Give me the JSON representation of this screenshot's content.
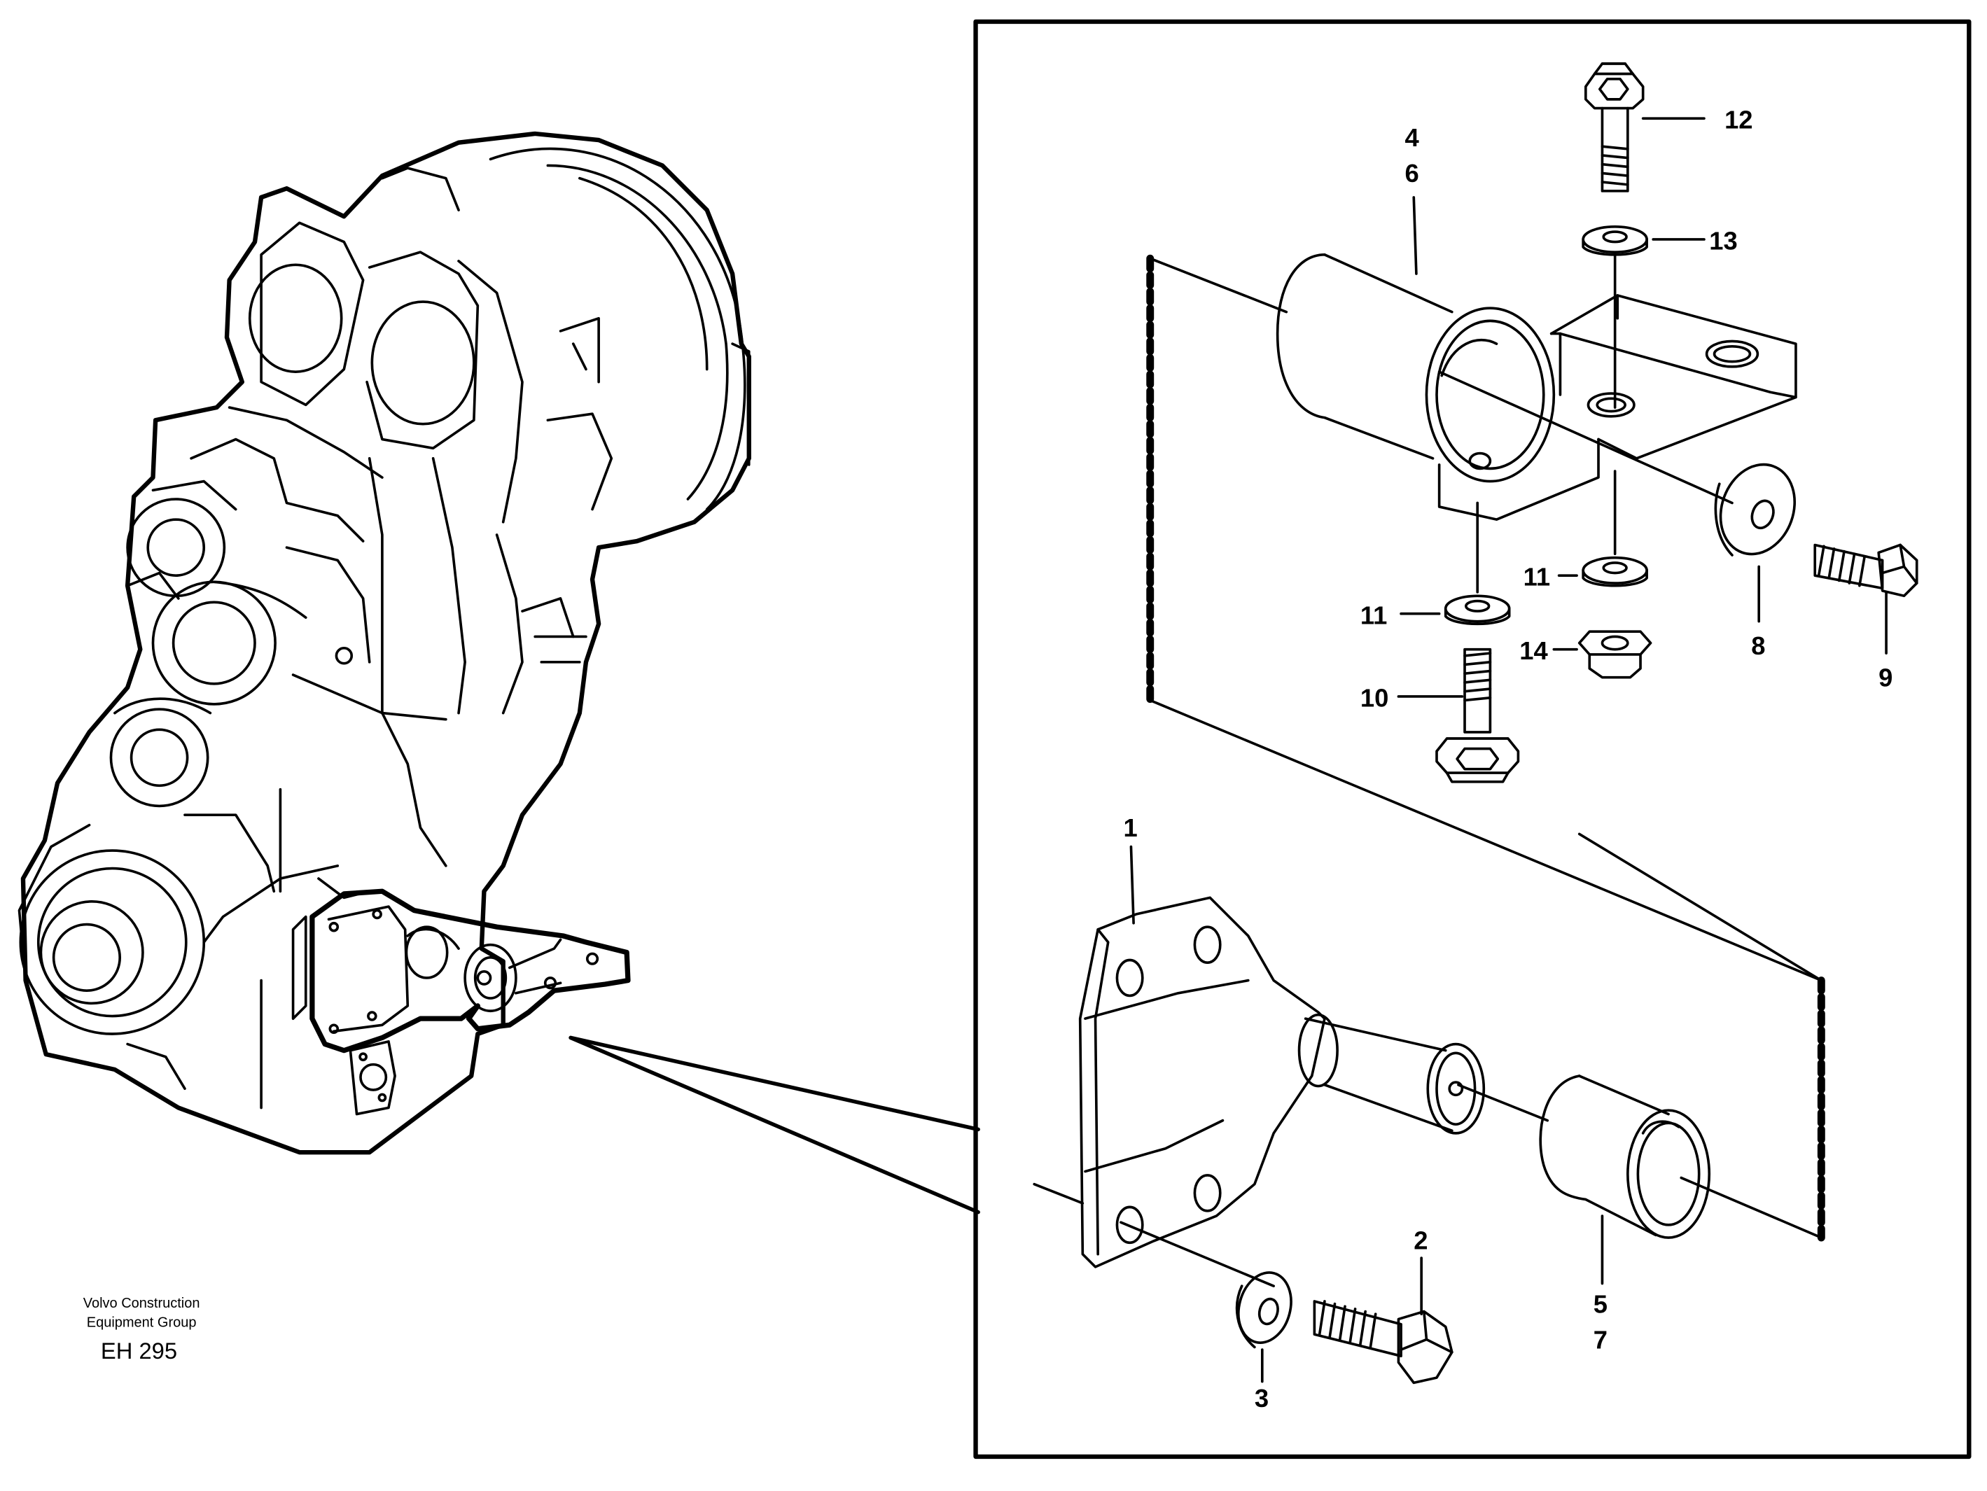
{
  "credit": {
    "line1": "Volvo Construction",
    "line2": "Equipment Group",
    "code": "EH 295"
  },
  "callouts": {
    "c1": "1",
    "c2": "2",
    "c3": "3",
    "c4": "4",
    "c5": "5",
    "c6": "6",
    "c7": "7",
    "c8": "8",
    "c9": "9",
    "c10": "10",
    "c11a": "11",
    "c11b": "11",
    "c12": "12",
    "c13": "13",
    "c14": "14"
  }
}
